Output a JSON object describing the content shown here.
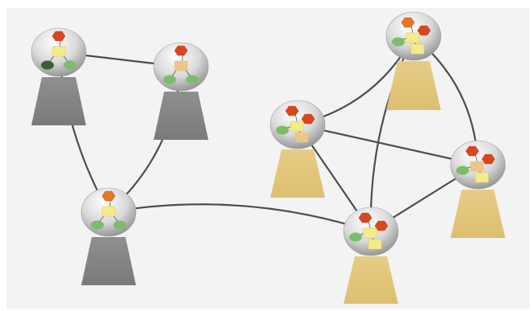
{
  "colors": {
    "background": "#f3f3f3",
    "edge": "#4d4d4d",
    "gray_base": "#848484",
    "gold_base": "#e0c478",
    "hex_red": "#d9471f",
    "hex_orange": "#e87722",
    "box_yellow": "#f4ec88",
    "box_tan": "#eec68a",
    "dot_green": "#7cbc6d",
    "dot_darkgreen": "#36612f"
  },
  "nodes": [
    {
      "id": "gray-node-1",
      "group": "gray",
      "shapes": [
        "hex-red",
        "box-yellow",
        "dot-darkgreen",
        "dot-green"
      ]
    },
    {
      "id": "gray-node-2",
      "group": "gray",
      "shapes": [
        "hex-red",
        "box-tan",
        "dot-green",
        "dot-green"
      ]
    },
    {
      "id": "gray-node-3",
      "group": "gray",
      "shapes": [
        "hex-orange",
        "box-yellow",
        "dot-green",
        "dot-green"
      ]
    },
    {
      "id": "gold-node-1",
      "group": "gold",
      "shapes": [
        "hex-red",
        "hex-red",
        "dot-green",
        "box-yellow",
        "box-tan"
      ]
    },
    {
      "id": "gold-node-2",
      "group": "gold",
      "shapes": [
        "hex-orange",
        "hex-red",
        "dot-green",
        "box-yellow",
        "box-yellow"
      ]
    },
    {
      "id": "gold-node-3",
      "group": "gold",
      "shapes": [
        "hex-red",
        "hex-red",
        "dot-green",
        "box-tan",
        "box-yellow"
      ]
    },
    {
      "id": "gold-node-4",
      "group": "gold",
      "shapes": [
        "hex-red",
        "hex-red",
        "dot-green",
        "box-yellow",
        "box-yellow"
      ]
    }
  ],
  "edges": [
    [
      "gray-node-1",
      "gray-node-2"
    ],
    [
      "gray-node-1",
      "gray-node-3"
    ],
    [
      "gray-node-2",
      "gray-node-3"
    ],
    [
      "gray-node-3",
      "gold-node-4"
    ],
    [
      "gold-node-1",
      "gold-node-2"
    ],
    [
      "gold-node-1",
      "gold-node-3"
    ],
    [
      "gold-node-1",
      "gold-node-4"
    ],
    [
      "gold-node-2",
      "gold-node-3"
    ],
    [
      "gold-node-2",
      "gold-node-4"
    ],
    [
      "gold-node-3",
      "gold-node-4"
    ]
  ]
}
